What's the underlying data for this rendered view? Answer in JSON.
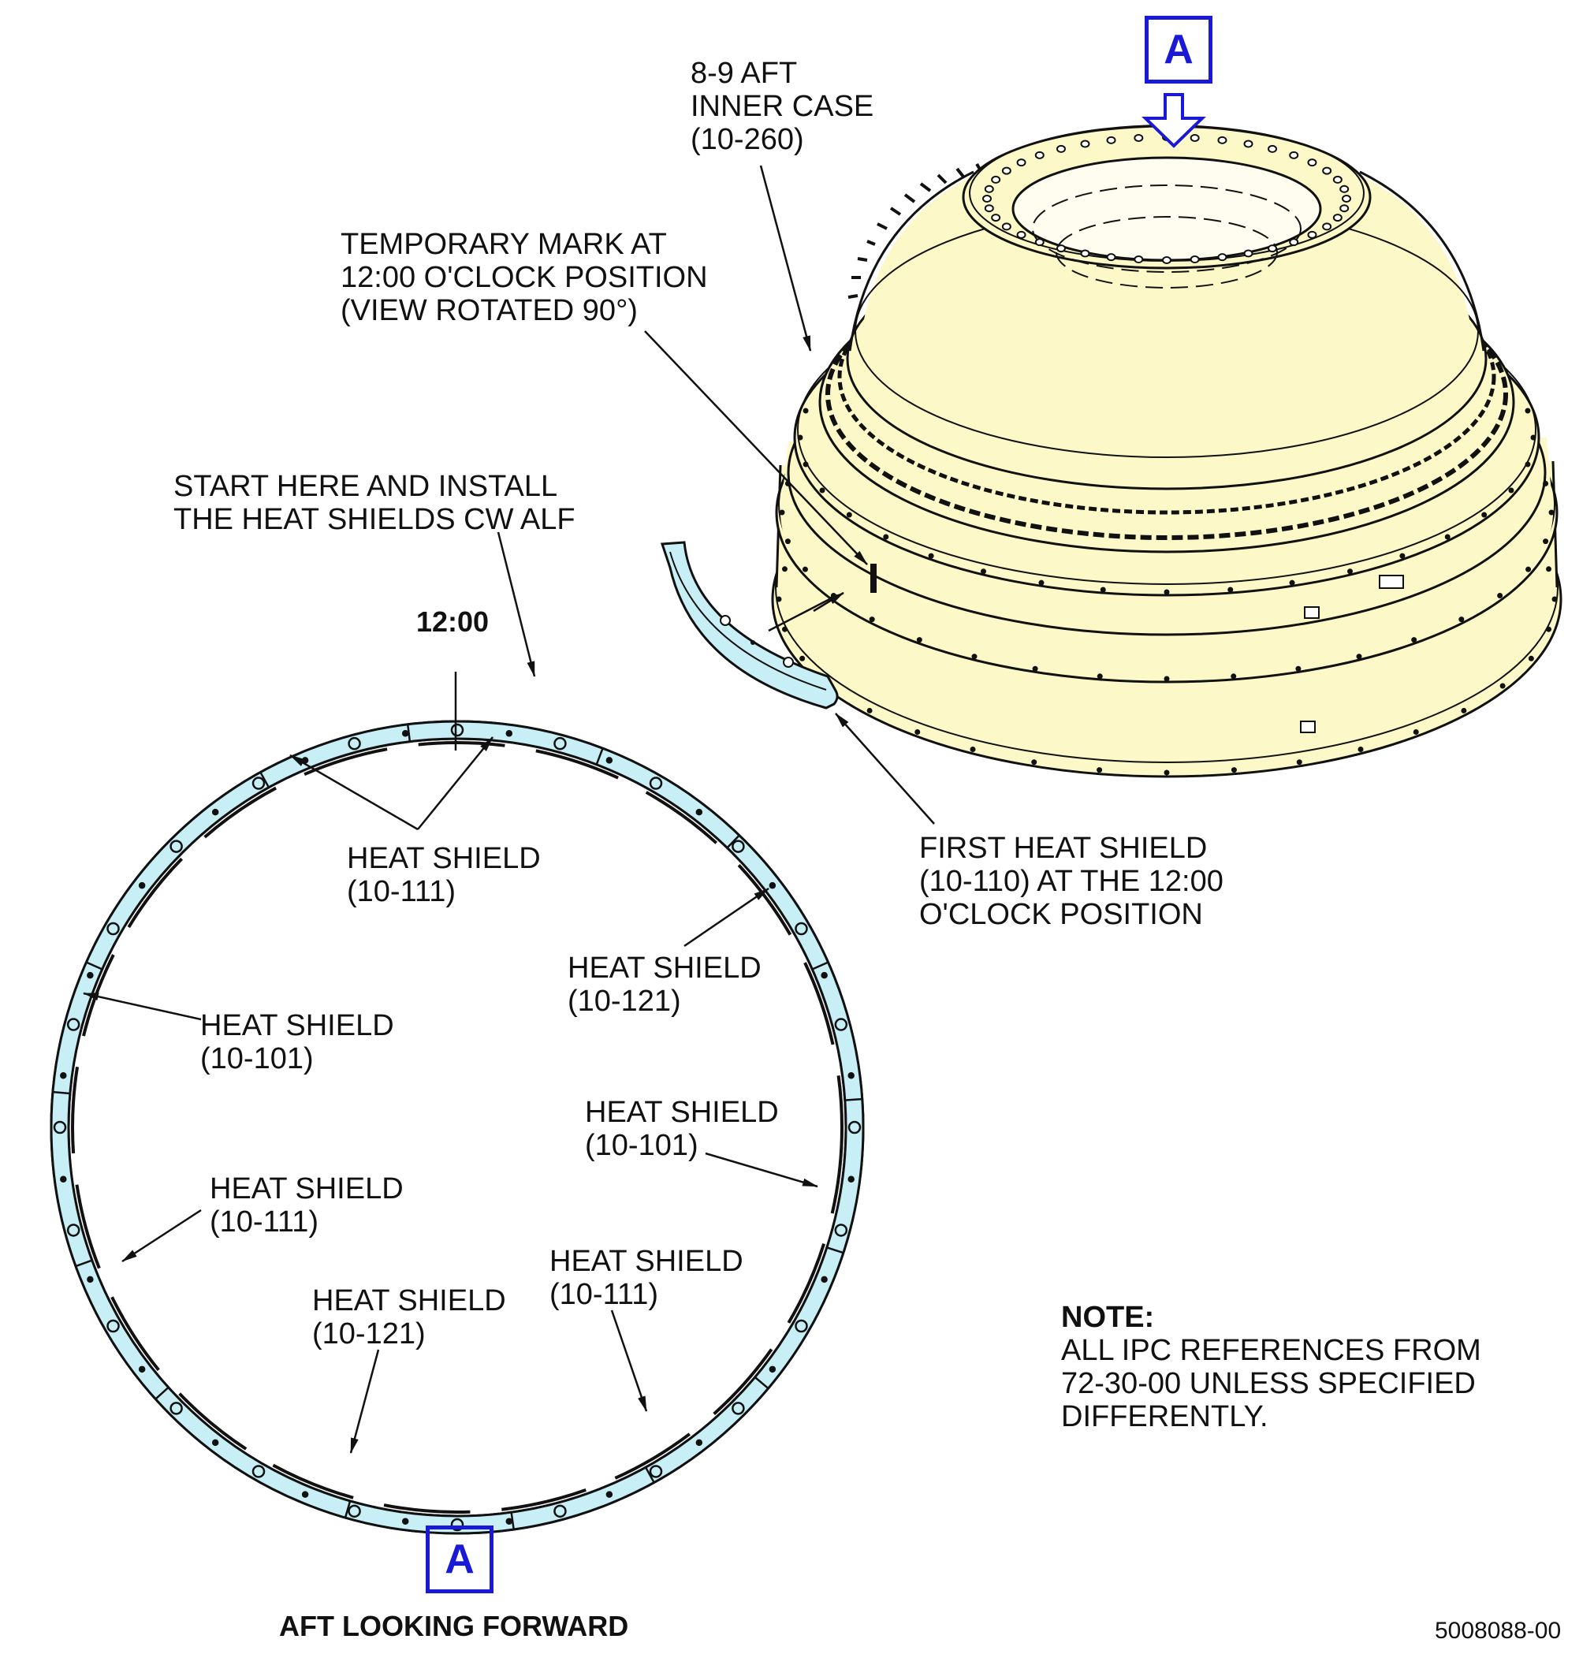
{
  "labels": {
    "aft_inner_case": [
      "8-9 AFT",
      "INNER CASE",
      "(10-260)"
    ],
    "temporary_mark": [
      "TEMPORARY MARK AT",
      "12:00 O'CLOCK POSITION",
      "(VIEW ROTATED 90°)"
    ],
    "start_here": [
      "START HERE AND INSTALL",
      "THE HEAT SHIELDS CW ALF"
    ],
    "twelve_oclock": "12:00",
    "first_heat_shield": [
      "FIRST HEAT SHIELD",
      "(10-110) AT THE 12:00",
      "O'CLOCK POSITION"
    ],
    "hs_top": [
      "HEAT SHIELD",
      "(10-111)"
    ],
    "hs_right_upper": [
      "HEAT SHIELD",
      "(10-121)"
    ],
    "hs_left": [
      "HEAT SHIELD",
      "(10-101)"
    ],
    "hs_right_mid": [
      "HEAT SHIELD",
      "(10-101)"
    ],
    "hs_left_lower": [
      "HEAT SHIELD",
      "(10-111)"
    ],
    "hs_bottom_right": [
      "HEAT SHIELD",
      "(10-111)"
    ],
    "hs_bottom": [
      "HEAT SHIELD",
      "(10-121)"
    ]
  },
  "view_marker": "A",
  "view_title": "AFT LOOKING FORWARD",
  "note": {
    "heading": "NOTE:",
    "lines": [
      "ALL IPC REFERENCES FROM",
      "72-30-00 UNLESS SPECIFIED",
      "DIFFERENTLY."
    ]
  },
  "figure_id": "5008088-00",
  "colors": {
    "case_fill": "#fdf8c8",
    "shield_fill": "#c8eef6",
    "view_marker": "#1a1ad6",
    "line": "#111111"
  }
}
